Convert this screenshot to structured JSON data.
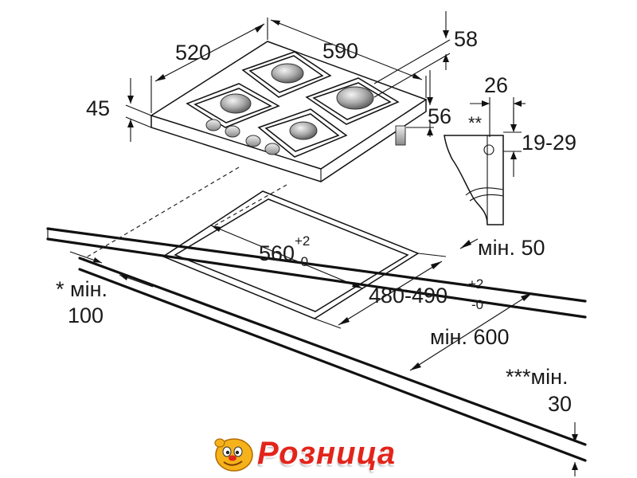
{
  "dimensions": {
    "hob_depth": "520",
    "hob_width": "590",
    "hob_height_total": "58",
    "hob_height_front": "45",
    "gas_inlet_height": "56",
    "bracket_offset": "26",
    "bracket_marker": "**",
    "worktop_thickness_range": "19-29",
    "cutout_width": "560",
    "cutout_width_tol_plus": "+2",
    "cutout_width_tol_minus": "-0",
    "cutout_depth": "480-490",
    "cutout_depth_tol_plus": "+2",
    "cutout_depth_tol_minus": "-0",
    "min_rear_distance": "мін. 50",
    "min_side_distance_line1": "* мін.",
    "min_side_distance_line2": "100",
    "min_worktop_depth": "мін. 600",
    "min_front_distance_line1": "***мін.",
    "min_front_distance_line2": "30"
  },
  "logo": {
    "text": "Розница",
    "text_color": "#e3241b",
    "mascot_icon": "smiling-face-icon"
  },
  "colors": {
    "line": "#111111",
    "background": "#ffffff",
    "text": "#1a1a1a"
  }
}
